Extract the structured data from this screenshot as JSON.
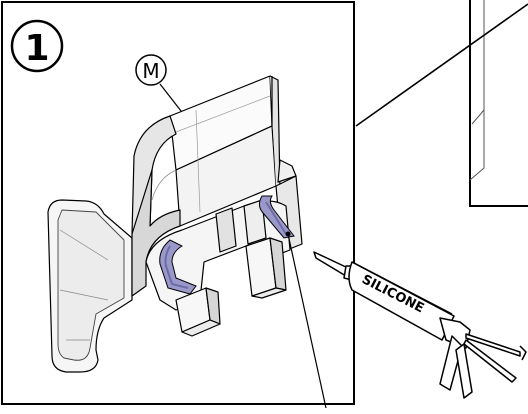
{
  "figure": {
    "step_number": "1",
    "part_label": "M",
    "product_label": "SILICONE"
  },
  "colors": {
    "line": "#000000",
    "part_fill": "#ffffff",
    "shade_light": "#f2f2f2",
    "shade_mid": "#d8d8d8",
    "shade_dark": "#b8b8b8",
    "silicone_bead": "#9a98c8",
    "silicone_bead_dark": "#6e6ca6"
  }
}
